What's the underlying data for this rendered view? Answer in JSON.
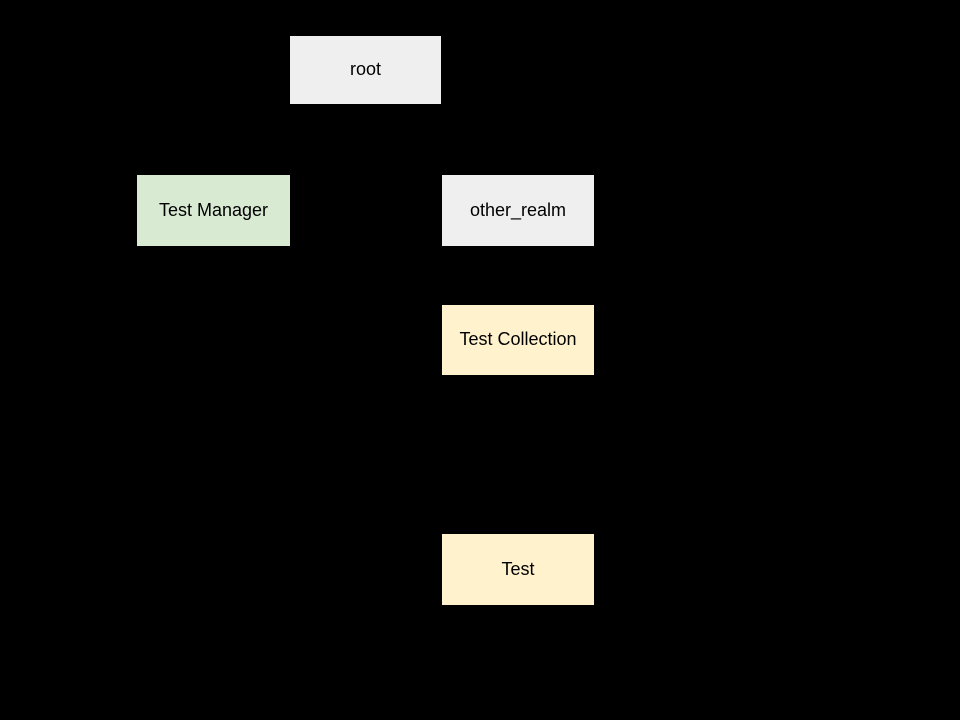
{
  "canvas": {
    "background_color": "#000000",
    "label_text_color": "#000000"
  },
  "diagram": {
    "type": "hierarchy-tree",
    "nodes": [
      {
        "id": "root",
        "label": "root",
        "fill": "#efefef",
        "row": 1
      },
      {
        "id": "test-manager",
        "label": "Test Manager",
        "fill": "#d9ead3",
        "row": 2
      },
      {
        "id": "other-realm",
        "label": "other_realm",
        "fill": "#efefef",
        "row": 2
      },
      {
        "id": "test-collection",
        "label": "Test Collection",
        "fill": "#fff2cc",
        "row": 3
      },
      {
        "id": "test",
        "label": "Test",
        "fill": "#fff2cc",
        "row": 4
      }
    ]
  }
}
